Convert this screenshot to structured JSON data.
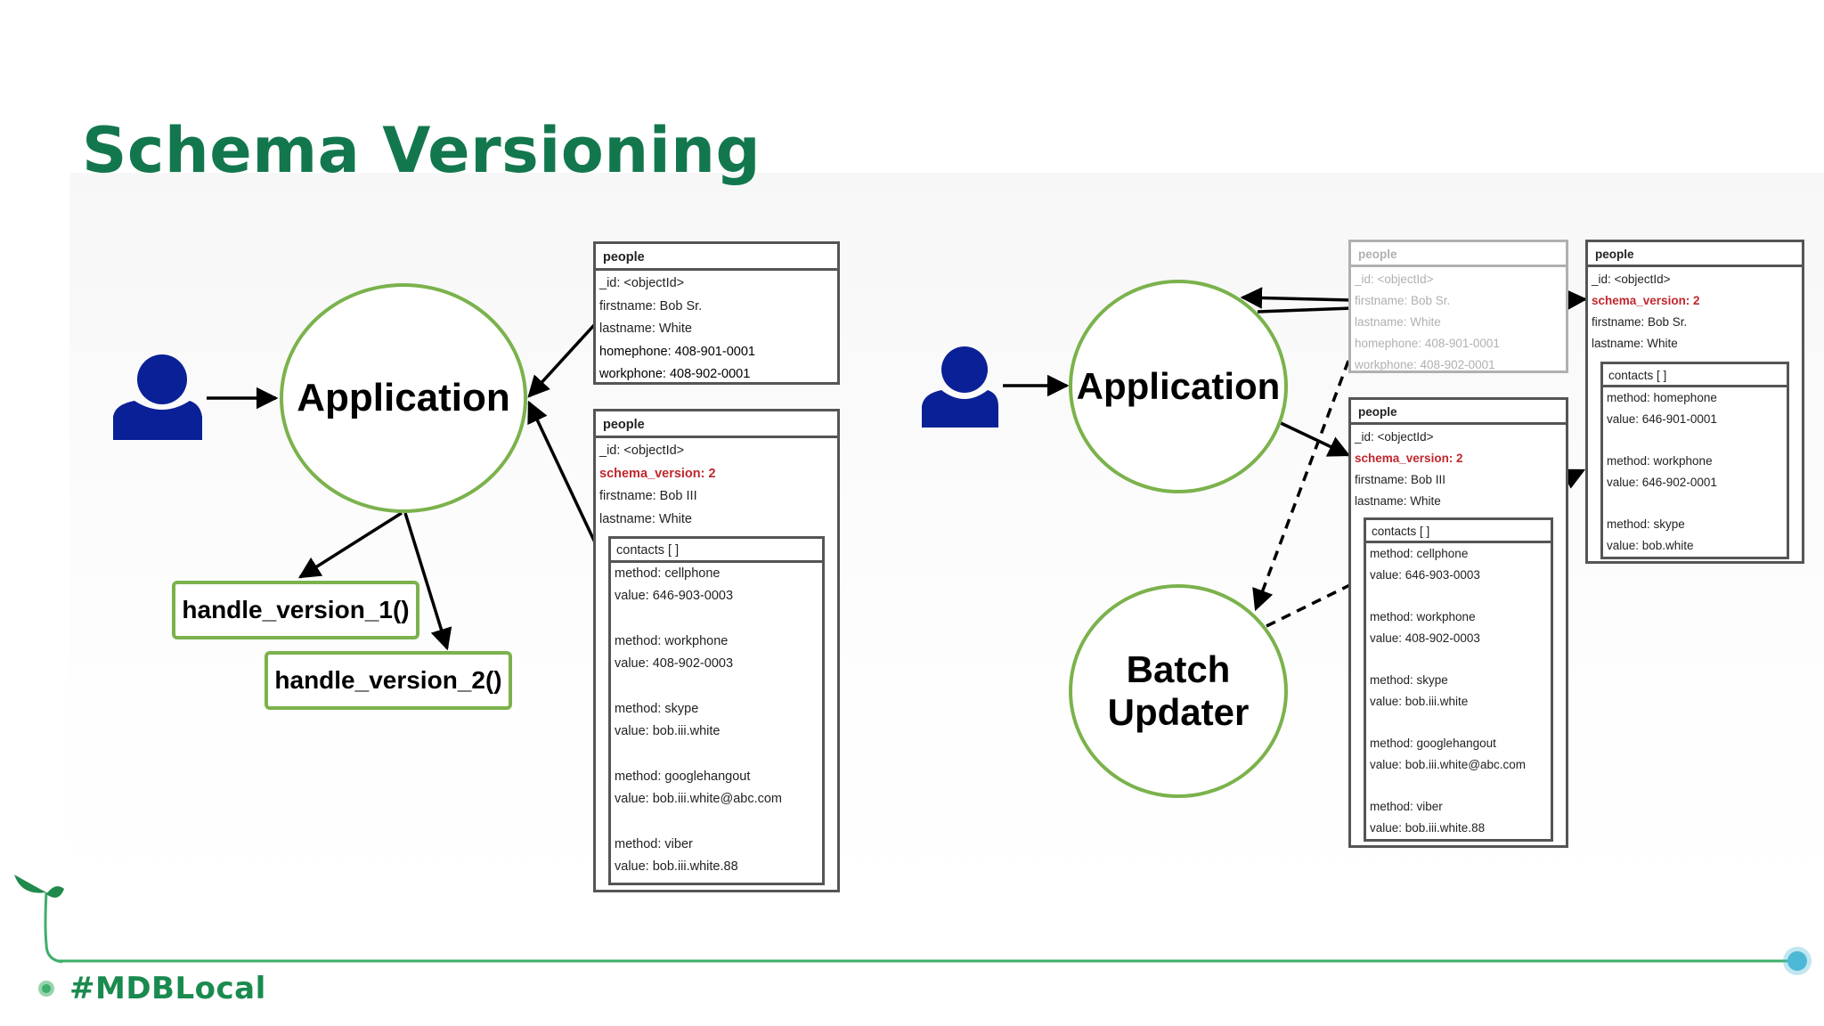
{
  "title": "Schema Versioning",
  "hashtag": "#MDBLocal",
  "colors": {
    "title_green": "#13774e",
    "circle_green": "#7bb24c",
    "person_blue": "#0a2096",
    "field_red": "#c0272d",
    "hashtag_green": "#1a8a4f",
    "timeline_green": "#3fae6a",
    "timeline_dot": "#4db8d6"
  },
  "icons": [
    "user-icon",
    "leaf-sprout-icon",
    "timeline-end-dot-icon"
  ],
  "left": {
    "app_label": "Application",
    "handlers": [
      "handle_version_1()",
      "handle_version_2()"
    ],
    "doc_v1": {
      "header": "people",
      "fields": [
        "_id: <objectId>",
        "firstname: Bob Sr.",
        "lastname: White",
        "homephone: 408-901-0001",
        "workphone: 408-902-0001"
      ]
    },
    "doc_v2": {
      "header": "people",
      "fields": [
        "_id: <objectId>",
        "schema_version: 2",
        "firstname: Bob III",
        "lastname: White"
      ],
      "contacts_header": "contacts [ ]",
      "contacts": [
        {
          "method": "method: cellphone",
          "value": "value: 646-903-0003"
        },
        {
          "method": "method: workphone",
          "value": "value: 408-902-0003"
        },
        {
          "method": "method: skype",
          "value": "value: bob.iii.white"
        },
        {
          "method": "method: googlehangout",
          "value": "value: bob.iii.white@abc.com"
        },
        {
          "method": "method: viber",
          "value": "value: bob.iii.white.88"
        }
      ]
    }
  },
  "right": {
    "app_label": "Application",
    "batch_label_1": "Batch",
    "batch_label_2": "Updater",
    "doc_old": {
      "header": "people",
      "fields": [
        "_id: <objectId>",
        "firstname: Bob Sr.",
        "lastname: White",
        "homephone: 408-901-0001",
        "workphone: 408-902-0001"
      ]
    },
    "doc_v2": {
      "header": "people",
      "fields": [
        "_id: <objectId>",
        "schema_version: 2",
        "firstname: Bob III",
        "lastname: White"
      ],
      "contacts_header": "contacts [ ]",
      "contacts": [
        {
          "method": "method: cellphone",
          "value": "value: 646-903-0003"
        },
        {
          "method": "method: workphone",
          "value": "value: 408-902-0003"
        },
        {
          "method": "method: skype",
          "value": "value: bob.iii.white"
        },
        {
          "method": "method: googlehangout",
          "value": "value: bob.iii.white@abc.com"
        },
        {
          "method": "method: viber",
          "value": "value: bob.iii.white.88"
        }
      ]
    },
    "doc_migrated": {
      "header": "people",
      "fields": [
        "_id: <objectId>",
        "schema_version: 2",
        "firstname: Bob Sr.",
        "lastname: White"
      ],
      "contacts_header": "contacts [ ]",
      "contacts": [
        {
          "method": "method: homephone",
          "value": "value: 646-901-0001"
        },
        {
          "method": "method: workphone",
          "value": "value: 646-902-0001"
        },
        {
          "method": "method: skype",
          "value": "value: bob.white"
        }
      ]
    }
  }
}
